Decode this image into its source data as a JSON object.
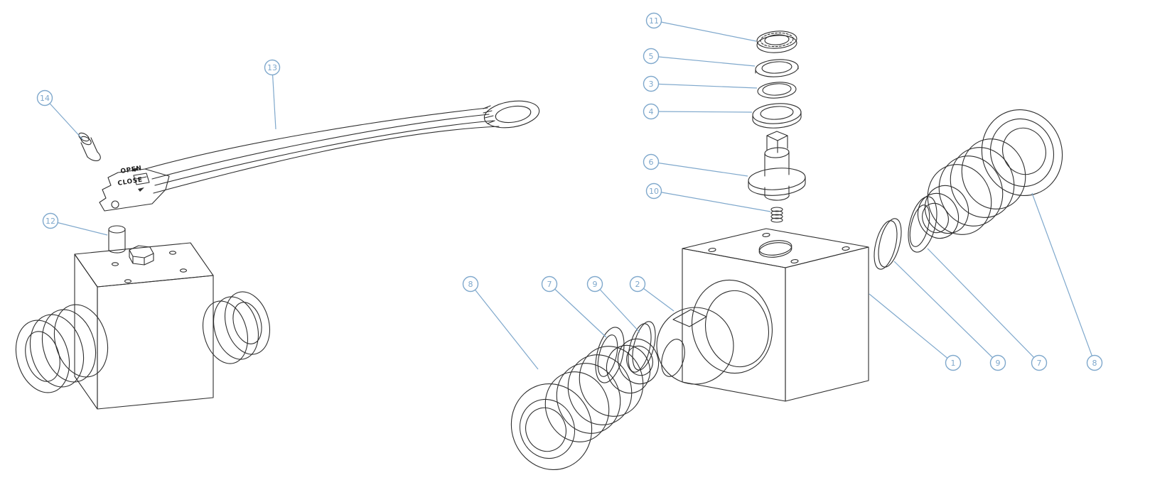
{
  "drawing": {
    "background_color": "#ffffff",
    "line_color": "#2e2e2e",
    "callout_color": "#7fa8cc",
    "handle_labels": {
      "open": "OPEN",
      "close": "CLOSE"
    },
    "callouts": [
      {
        "number": "14"
      },
      {
        "number": "13"
      },
      {
        "number": "12"
      },
      {
        "number": "11"
      },
      {
        "number": "5"
      },
      {
        "number": "3"
      },
      {
        "number": "4"
      },
      {
        "number": "6"
      },
      {
        "number": "10"
      },
      {
        "number": "8"
      },
      {
        "number": "7"
      },
      {
        "number": "9"
      },
      {
        "number": "2"
      },
      {
        "number": "1"
      },
      {
        "number": "9"
      },
      {
        "number": "7"
      },
      {
        "number": "8"
      }
    ]
  }
}
